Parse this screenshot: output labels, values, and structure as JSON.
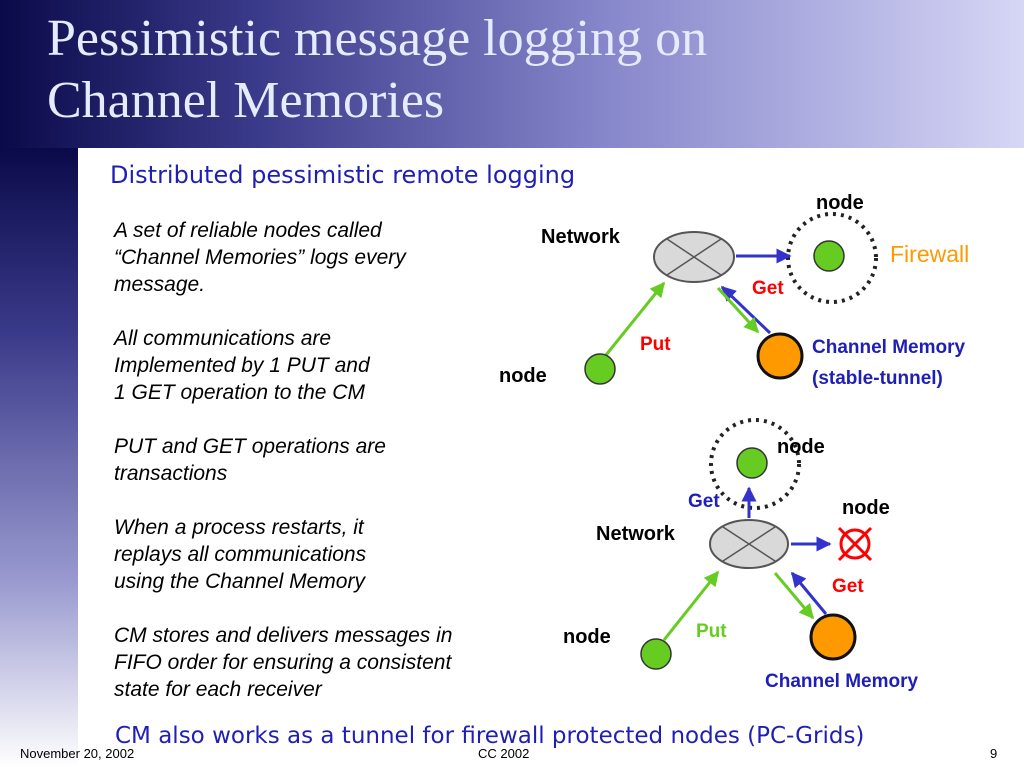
{
  "slide": {
    "title_line1": "Pessimistic message logging on",
    "title_line2": "Channel Memories",
    "subtitle": "Distributed pessimistic remote logging",
    "paragraphs": [
      [
        "A set of reliable nodes called",
        "“Channel Memories” logs every",
        "message."
      ],
      [
        "All communications are",
        "Implemented by 1 PUT and",
        "1 GET operation to the CM"
      ],
      [
        "PUT and GET operations are",
        "transactions"
      ],
      [
        "When a process restarts, it",
        "replays all communications",
        "using the Channel Memory"
      ],
      [
        "CM stores and delivers messages in",
        "FIFO order for ensuring a consistent",
        "state for each receiver"
      ]
    ],
    "bottom_note": "CM also works as a tunnel for firewall protected nodes (PC-Grids)",
    "footer": {
      "date": "November 20, 2002",
      "center": "CC 2002",
      "page": "9"
    }
  },
  "diagram1": {
    "network_label": "Network",
    "node_top_label": "node",
    "firewall_label": "Firewall",
    "get_label": "Get",
    "put_label": "Put",
    "node_left_label": "node",
    "cm_label_line1": "Channel Memory",
    "cm_label_line2": "(stable-tunnel)"
  },
  "diagram2": {
    "node_top_label": "node",
    "get_top_label": "Get",
    "network_label": "Network",
    "node_failed_label": "node",
    "get_label": "Get",
    "put_label": "Put",
    "node_left_label": "node",
    "cm_label": "Channel Memory"
  },
  "colors": {
    "title": "#e6ecff",
    "subtitle_blue": "#1f1fb5",
    "node_green": "#66cc22",
    "cm_orange": "#ff9900",
    "firewall_orange": "#ff9900",
    "put_get_red": "#ff0000",
    "arrow_green": "#66cc22",
    "arrow_blue": "#3333cc",
    "failed_red": "#ff0000"
  },
  "icons": {
    "network": "router-ellipse-icon",
    "node": "green-circle-node-icon",
    "cm": "orange-circle-cm-icon",
    "failed": "red-crossed-circle-icon",
    "firewall": "dotted-circle-firewall-icon"
  }
}
